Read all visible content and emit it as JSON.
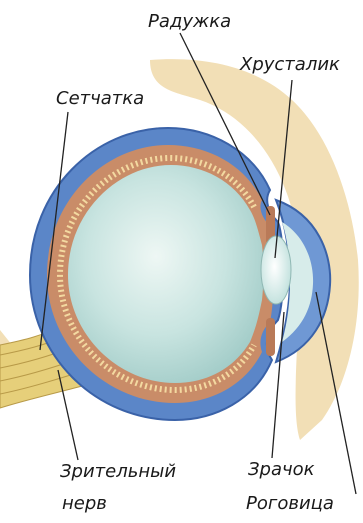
{
  "labels": {
    "iris": "Радужка",
    "lens": "Хрусталик",
    "retina": "Сетчатка",
    "optic_nerve_line1": "Зрительный",
    "optic_nerve_line2": "нерв",
    "pupil": "Зрачок",
    "cornea": "Роговица"
  },
  "colors": {
    "sclera": "#5b86c8",
    "sclera_edge": "#3a62a8",
    "choroid": "#c98c68",
    "retina_dots": "#f3d9a0",
    "vitreous": "#b9dcd8",
    "vitreous_light": "#e6f2ef",
    "lens": "#dff0ee",
    "cornea": "#6f98d4",
    "nerve": "#e6cf7a",
    "background_tissue": "#f2dfb6",
    "leader": "#222222"
  }
}
